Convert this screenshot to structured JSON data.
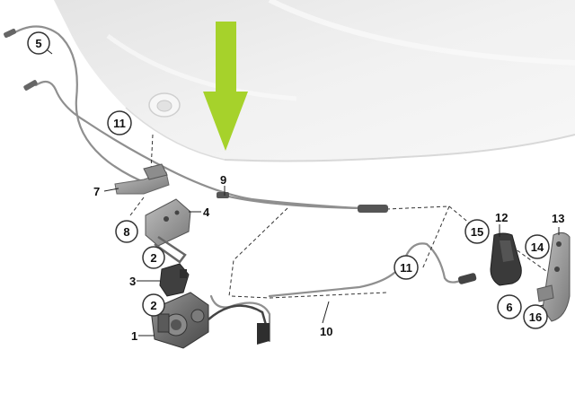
{
  "diagram": {
    "callouts": [
      {
        "id": "c5",
        "label": "5"
      },
      {
        "id": "c11a",
        "label": "11"
      },
      {
        "id": "c8",
        "label": "8"
      },
      {
        "id": "c2a",
        "label": "2"
      },
      {
        "id": "c2b",
        "label": "2"
      },
      {
        "id": "c11b",
        "label": "11"
      },
      {
        "id": "c12",
        "label": "12"
      },
      {
        "id": "c15",
        "label": "15"
      },
      {
        "id": "c14",
        "label": "14"
      },
      {
        "id": "c13",
        "label": "13"
      },
      {
        "id": "c6",
        "label": "6"
      },
      {
        "id": "c16",
        "label": "16"
      }
    ],
    "plain_labels": [
      {
        "id": "l9",
        "label": "9"
      },
      {
        "id": "l7",
        "label": "7"
      },
      {
        "id": "l4",
        "label": "4"
      },
      {
        "id": "l3",
        "label": "3"
      },
      {
        "id": "l1",
        "label": "1"
      },
      {
        "id": "l10",
        "label": "10"
      }
    ],
    "colors": {
      "arrow": "#a6d22b",
      "cable": "#8a8a8a",
      "part": "#6b6b6b",
      "hood": "#ececec"
    }
  }
}
